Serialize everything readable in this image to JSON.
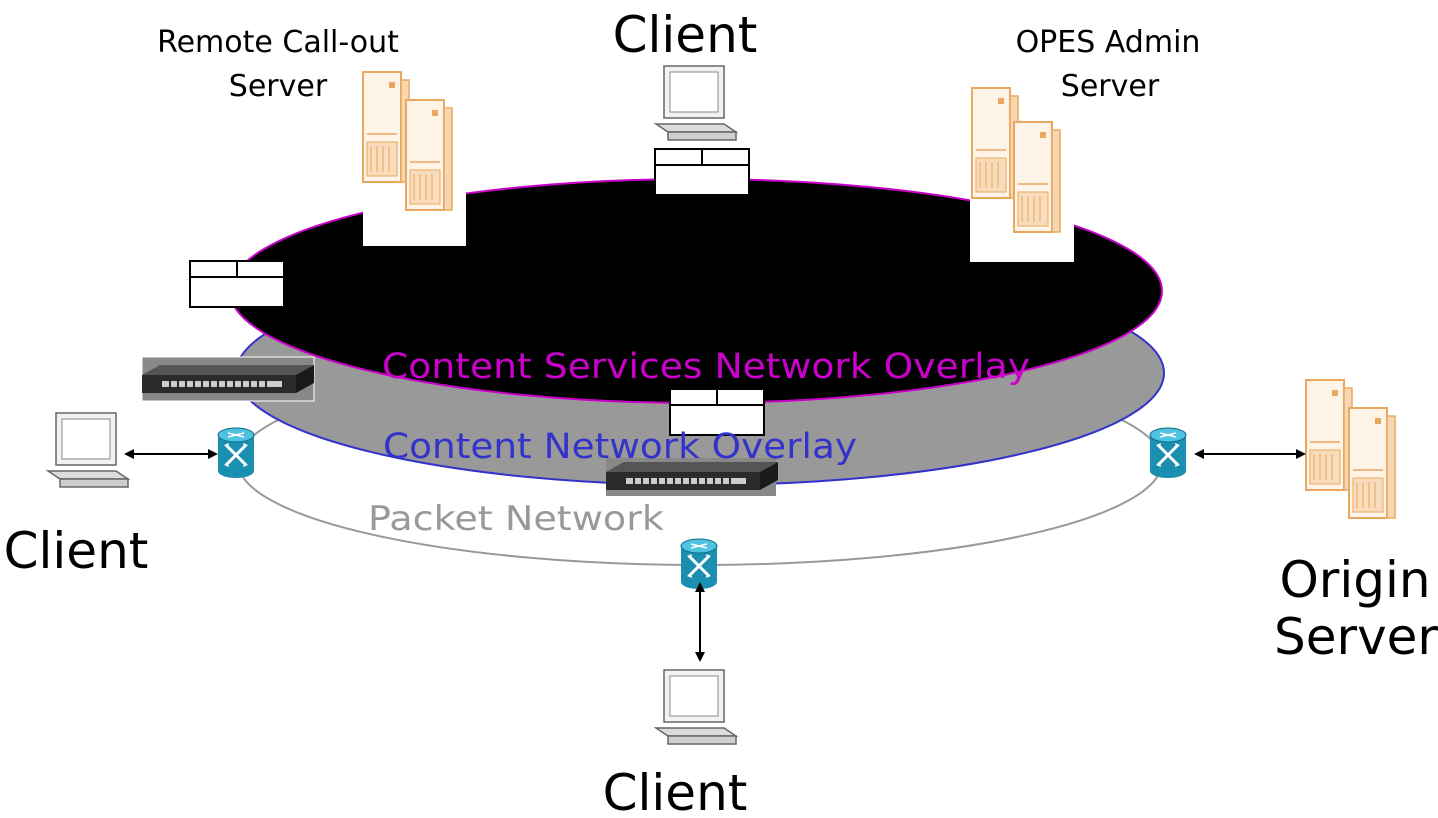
{
  "labels": {
    "remote_callout_line1": "Remote Call-out",
    "remote_callout_line2": "Server",
    "client_top": "Client",
    "opes_admin_line1": "OPES Admin",
    "opes_admin_line2": "Server",
    "client_left": "Client",
    "client_bottom": "Client",
    "origin_line1": "Origin",
    "origin_line2": "Server",
    "content_services_overlay": "Content Services  Network Overlay",
    "content_network_overlay": "Content Network Overlay",
    "packet_network": "Packet Network"
  },
  "colors": {
    "content_services_text": "#cc00cc",
    "content_network_text": "#3333cc",
    "packet_network_text": "#999999",
    "services_ellipse_fill": "#000000",
    "services_ellipse_stroke": "#cc00cc",
    "content_ellipse_fill": "#999999",
    "content_ellipse_stroke": "#3333cc",
    "packet_ellipse_stroke": "#999999",
    "server_color": "#e8a860",
    "router_color": "#1a8fb0"
  },
  "icons": {
    "server": "server-tower-icon",
    "client": "desktop-computer-icon",
    "router": "router-icon",
    "switch": "network-switch-icon",
    "opes_box": "opes-processor-box-icon"
  }
}
